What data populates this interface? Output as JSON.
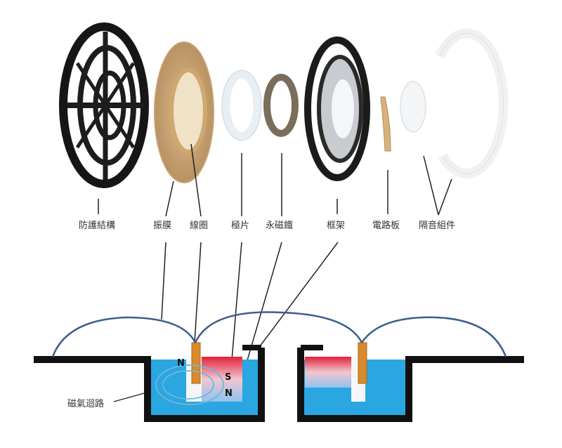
{
  "components": [
    {
      "id": "guard",
      "label": "防護結構"
    },
    {
      "id": "diaphragm",
      "label": "振膜"
    },
    {
      "id": "coil",
      "label": "線圈"
    },
    {
      "id": "pole",
      "label": "極片"
    },
    {
      "id": "magnet",
      "label": "永磁鐵"
    },
    {
      "id": "frame",
      "label": "框架"
    },
    {
      "id": "pcb",
      "label": "電路板"
    },
    {
      "id": "isolation",
      "label": "隔音組件"
    }
  ],
  "magnetic_path_label": "磁氣迴路",
  "poles": {
    "north": "N",
    "south": "S",
    "north_bottom": "N"
  },
  "colors": {
    "water": "#2aa6e0",
    "magnet_top": "#e3213a",
    "coil": "#d98a2b",
    "housing": "#111111",
    "membrane": "#3a5f8a"
  }
}
